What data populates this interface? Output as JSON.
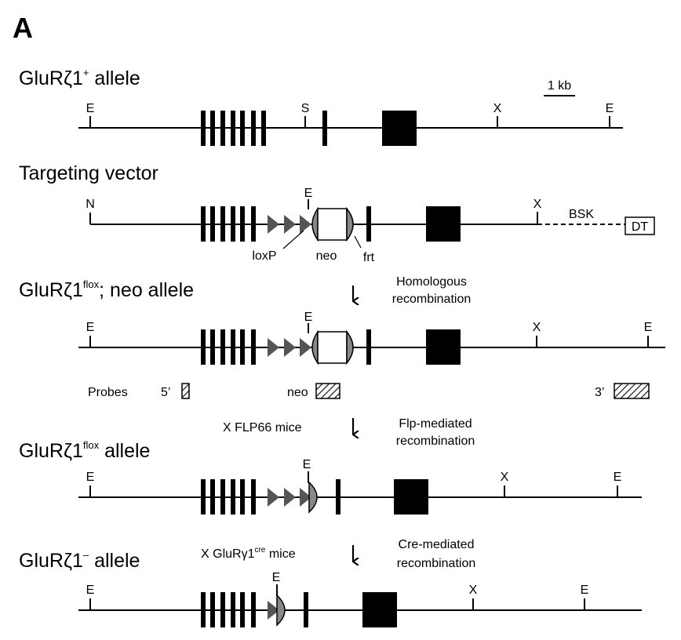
{
  "panel_label": "A",
  "scale_bar_label": "1 kb",
  "rows": {
    "wt": {
      "title_pre": "GluRζ1",
      "title_sup": "+",
      "title_post": " allele",
      "sites": {
        "e1": "E",
        "s": "S",
        "x": "X",
        "e2": "E"
      }
    },
    "tv": {
      "title": "Targeting vector",
      "sites": {
        "n": "N",
        "e": "E",
        "x": "X"
      },
      "bsk": "BSK",
      "dt": "DT",
      "loxp": "loxP",
      "neo": "neo",
      "frt": "frt"
    },
    "fneo": {
      "title_pre": "GluRζ1",
      "title_sup": "flox",
      "title_post": "; neo allele",
      "sites": {
        "e1": "E",
        "e2": "E",
        "x": "X",
        "e3": "E"
      }
    },
    "probes": {
      "label": "Probes",
      "p5": "5’",
      "neo": "neo",
      "p3": "3’"
    },
    "flox": {
      "title_pre": "GluRζ1",
      "title_sup": "flox",
      "title_post": " allele",
      "sites": {
        "e1": "E",
        "e2": "E",
        "x": "X",
        "e3": "E"
      }
    },
    "ko": {
      "title_pre": "GluRζ1",
      "title_sup": "–",
      "title_post": " allele",
      "sites": {
        "e1": "E",
        "e2": "E",
        "x": "X",
        "e3": "E"
      }
    }
  },
  "steps": {
    "homologous": {
      "line1": "Homologous",
      "line2": "recombination"
    },
    "flp": {
      "cross": "X FLP66 mice",
      "line1": "Flp-mediated",
      "line2": "recombination"
    },
    "cre": {
      "cross_pre": "X GluRγ1",
      "cross_sup": "cre",
      "cross_post": " mice",
      "line1": "Cre-mediated",
      "line2": "recombination"
    }
  }
}
